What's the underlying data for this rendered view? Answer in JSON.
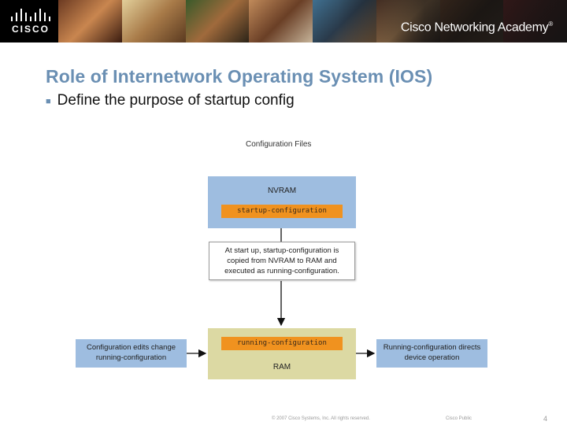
{
  "banner": {
    "brand": "CISCO",
    "academy": "Cisco Networking Academy",
    "trademark": "®"
  },
  "slide": {
    "title": "Role of Internetwork Operating System (IOS)",
    "bullet": "Define the purpose of startup config"
  },
  "diagram": {
    "title": "Configuration Files",
    "nvram": {
      "label": "NVRAM",
      "file": "startup-configuration"
    },
    "note": {
      "line1": "At start up, startup-configuration is",
      "line2": "copied from NVRAM to RAM and",
      "line3": "executed as running-configuration."
    },
    "ram": {
      "label": "RAM",
      "file": "running-configuration"
    },
    "left_box": {
      "line1": "Configuration edits change",
      "line2": "running-configuration"
    },
    "right_box": {
      "line1": "Running-configuration directs",
      "line2": "device operation"
    }
  },
  "footer": {
    "copyright": "© 2007 Cisco Systems, Inc. All rights reserved.",
    "classification": "Cisco Public",
    "page": "4"
  },
  "colors": {
    "title": "#6a8fb3",
    "box_blue": "#9ebde0",
    "box_tan": "#dcd9a3",
    "code_orange": "#f0921f"
  }
}
